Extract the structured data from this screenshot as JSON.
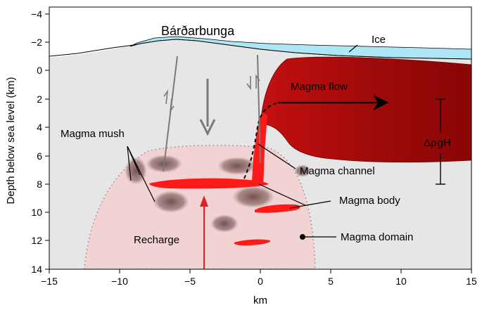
{
  "axes": {
    "y_label": "Depth below sea level (km)",
    "x_label": "km",
    "y_ticks": [
      "−4",
      "−2",
      "0",
      "2",
      "4",
      "6",
      "8",
      "10",
      "12",
      "14"
    ],
    "x_ticks": [
      "−15",
      "−10",
      "−5",
      "0",
      "5",
      "10",
      "15"
    ]
  },
  "labels": {
    "volcano": "Bárðarbunga",
    "ice": "Ice",
    "magma_flow": "Magma flow",
    "magma_mush": "Magma mush",
    "magma_channel": "Magma channel",
    "magma_body": "Magma body",
    "magma_domain": "Magma domain",
    "recharge": "Recharge",
    "pressure": "Δρ gH"
  },
  "colors": {
    "background": "#e6e6e6",
    "ice": "#aee6f5",
    "magma_domain": "#f2d3d3",
    "magma": "#ff1a1a",
    "dike": "#a30b0b",
    "mush": "#8a6a6a",
    "recharge_arrow": "#e02020"
  }
}
